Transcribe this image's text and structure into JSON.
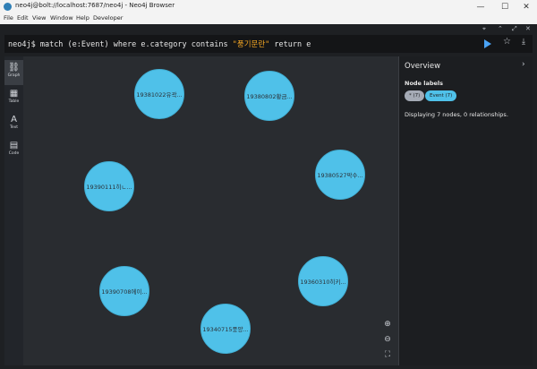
{
  "window": {
    "title": "neo4j@bolt://localhost:7687/neo4j - Neo4j Browser",
    "icon": "neo4j-app-icon",
    "controls": {
      "minimize": "—",
      "maximize": "☐",
      "close": "✕"
    }
  },
  "menu": [
    "File",
    "Edit",
    "View",
    "Window",
    "Help",
    "Developer"
  ],
  "frame_icons": {
    "pin": "⌖",
    "collapse": "⌃",
    "fullscreen": "⤢",
    "close": "✕"
  },
  "query": {
    "prompt": "neo4j$",
    "before": " match (e:Event) where e.category contains ",
    "string": "\"풍기문란\"",
    "after": " return e"
  },
  "editor_icons": {
    "star": "☆",
    "download": "⤓"
  },
  "sidebar": {
    "tabs": [
      {
        "label": "Graph",
        "icon": "graph-icon",
        "glyph": "⛓",
        "active": true
      },
      {
        "label": "Table",
        "icon": "table-icon",
        "glyph": "▦",
        "active": false
      },
      {
        "label": "Text",
        "icon": "text-icon",
        "glyph": "A",
        "active": false
      },
      {
        "label": "Code",
        "icon": "code-icon",
        "glyph": "▤",
        "active": false
      }
    ]
  },
  "nodes": [
    "19381022유곽...",
    "19380802황금...",
    "19390111히ㄴ...",
    "19380527막수...",
    "19360310히키...",
    "19390708에이...",
    "19340715풍양..."
  ],
  "zoom_controls": {
    "zoom_in": "⊕",
    "zoom_out": "⊖",
    "fit": "⛶"
  },
  "overview": {
    "title": "Overview",
    "collapse": "›",
    "node_labels_heading": "Node labels",
    "labels": [
      {
        "text": "* (7)",
        "color": "#a5abb6"
      },
      {
        "text": "Event (7)",
        "color": "#4fc1e9"
      }
    ],
    "info": "Displaying 7 nodes, 0 relationships."
  },
  "colors": {
    "node": "#4fc1e9",
    "background": "#292c30",
    "run": "#4aa3f5"
  }
}
